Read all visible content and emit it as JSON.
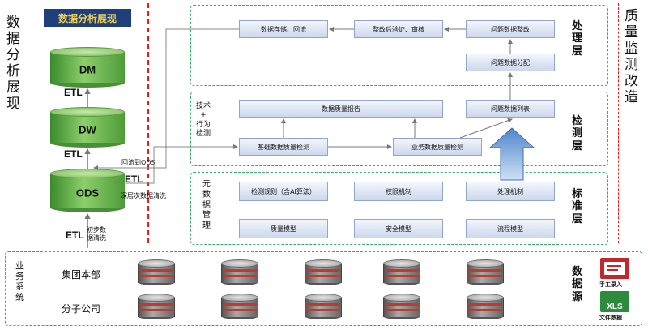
{
  "left": {
    "vertical_title": [
      "数",
      "据",
      "分",
      "析",
      "展",
      "现"
    ],
    "banner": "数据分析展现",
    "db_dm": "DM",
    "db_dw": "DW",
    "db_ods": "ODS",
    "etl_1": "ETL",
    "etl_2": "ETL",
    "etl_3": "ETL",
    "etl_4": "ETL",
    "note_initial_1": "初步数",
    "note_initial_2": "据清洗",
    "note_return": "回流到ODS",
    "note_deep": "深层次数据清洗"
  },
  "right_title": [
    "质",
    "量",
    "监",
    "测",
    "改",
    "造"
  ],
  "processing_layer": {
    "label": [
      "处",
      "理",
      "层"
    ],
    "store": "数据存储、回流",
    "verify": "整改后验证、审核",
    "rectify": "问题数据整改",
    "distribute": "问题数据分配"
  },
  "detection_layer": {
    "label": [
      "检",
      "测",
      "层"
    ],
    "side_label": [
      "技术",
      "+",
      "行为",
      "检测"
    ],
    "report": "数据质量报告",
    "issue_list": "问题数据列表",
    "basic_check": "基础数据质量检测",
    "business_check": "业务数据质量检测"
  },
  "standard_layer": {
    "label": [
      "标",
      "准",
      "层"
    ],
    "side_label": [
      "元",
      "数",
      "据",
      "管",
      "理"
    ],
    "rule": "检测规则（含AI算法）",
    "permission": "权限机制",
    "process_mech": "处理机制",
    "quality_model": "质量模型",
    "security_model": "安全模型",
    "flow_model": "流程模型"
  },
  "source": {
    "label": [
      "数",
      "据",
      "源"
    ],
    "system_label": [
      "业",
      "务",
      "系",
      "统"
    ],
    "hq": "集团本部",
    "branch": "分子公司",
    "manual": "手工录入",
    "excel": "文件数据",
    "xls": "XLS"
  },
  "colors": {
    "red_dash": "#e02020",
    "green_dash": "#3aa86a",
    "banner_bg": "#1f3f7a",
    "banner_text": "#f2d04b",
    "arrow_blue": "#5a8fd0"
  }
}
